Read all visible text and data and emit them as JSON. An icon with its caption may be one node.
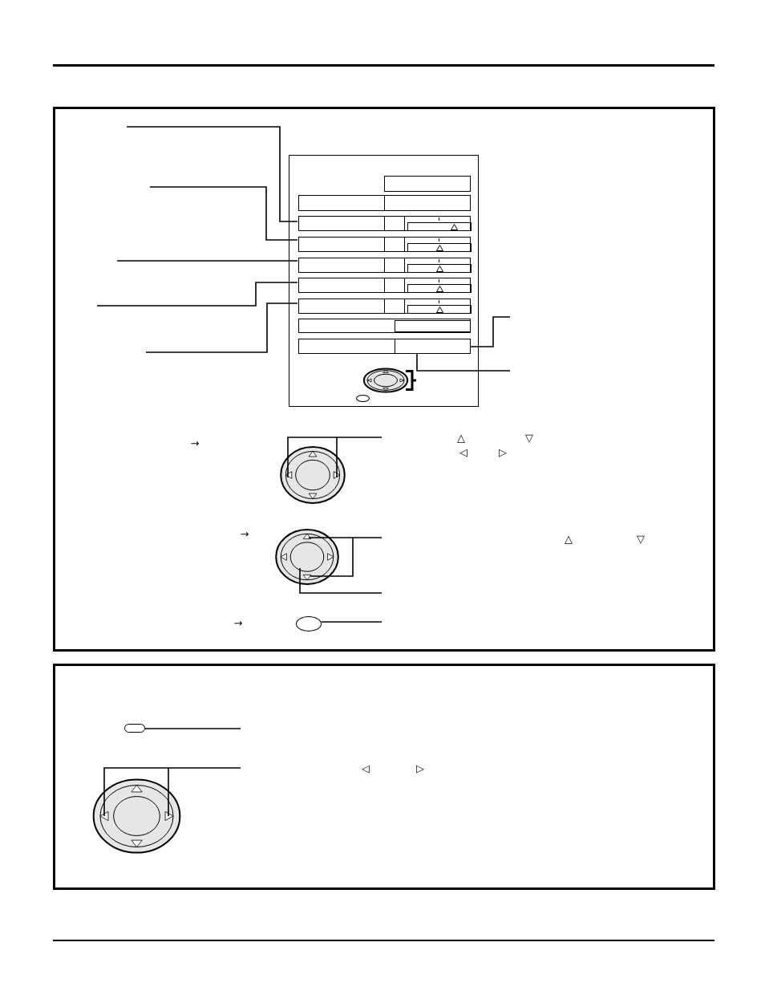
{
  "diagram": {
    "nodes": [
      {
        "text": [],
        "shape": "box"
      },
      {
        "text": [],
        "shape": "box",
        "in": 0
      },
      {
        "text": [],
        "shape": "box",
        "in": 0
      },
      {
        "text": [],
        "shape": "box",
        "in": 0
      },
      {
        "text": [],
        "shape": "box",
        "in": 0
      },
      {
        "text": [],
        "shape": "box",
        "in": 0
      },
      {
        "text": [],
        "shape": "box",
        "in": 0
      },
      {
        "text": [],
        "shape": "circle"
      },
      {
        "text": [],
        "shape": "circle"
      },
      {
        "text": [],
        "shape": "circle"
      },
      {
        "text": [],
        "shape": "box"
      },
      {
        "text": [],
        "shape": "circle"
      }
    ],
    "edges": [
      {
        "from": null,
        "to": 1,
        "arrow": "none"
      },
      {
        "from": null,
        "to": 2,
        "arrow": "none"
      },
      {
        "from": null,
        "to": 3,
        "arrow": "none"
      },
      {
        "from": null,
        "to": 4,
        "arrow": "none"
      },
      {
        "from": null,
        "to": 5,
        "arrow": "none"
      },
      {
        "from": null,
        "to": 6,
        "arrow": "none"
      },
      {
        "from": null,
        "to": 6,
        "arrow": "none"
      },
      {
        "from": null,
        "to": 7,
        "arrow": "none"
      },
      {
        "from": null,
        "to": 8,
        "arrow": "none"
      },
      {
        "from": null,
        "to": 8,
        "arrow": "none"
      },
      {
        "from": null,
        "to": 9,
        "arrow": "none"
      },
      {
        "from": null,
        "to": 10,
        "arrow": "none"
      },
      {
        "from": null,
        "to": 11,
        "arrow": "none"
      }
    ],
    "labels": [
      "△",
      "▽",
      "→",
      "◁",
      "▷",
      "→",
      "△",
      "▽",
      "→",
      "◁",
      "▷"
    ]
  }
}
